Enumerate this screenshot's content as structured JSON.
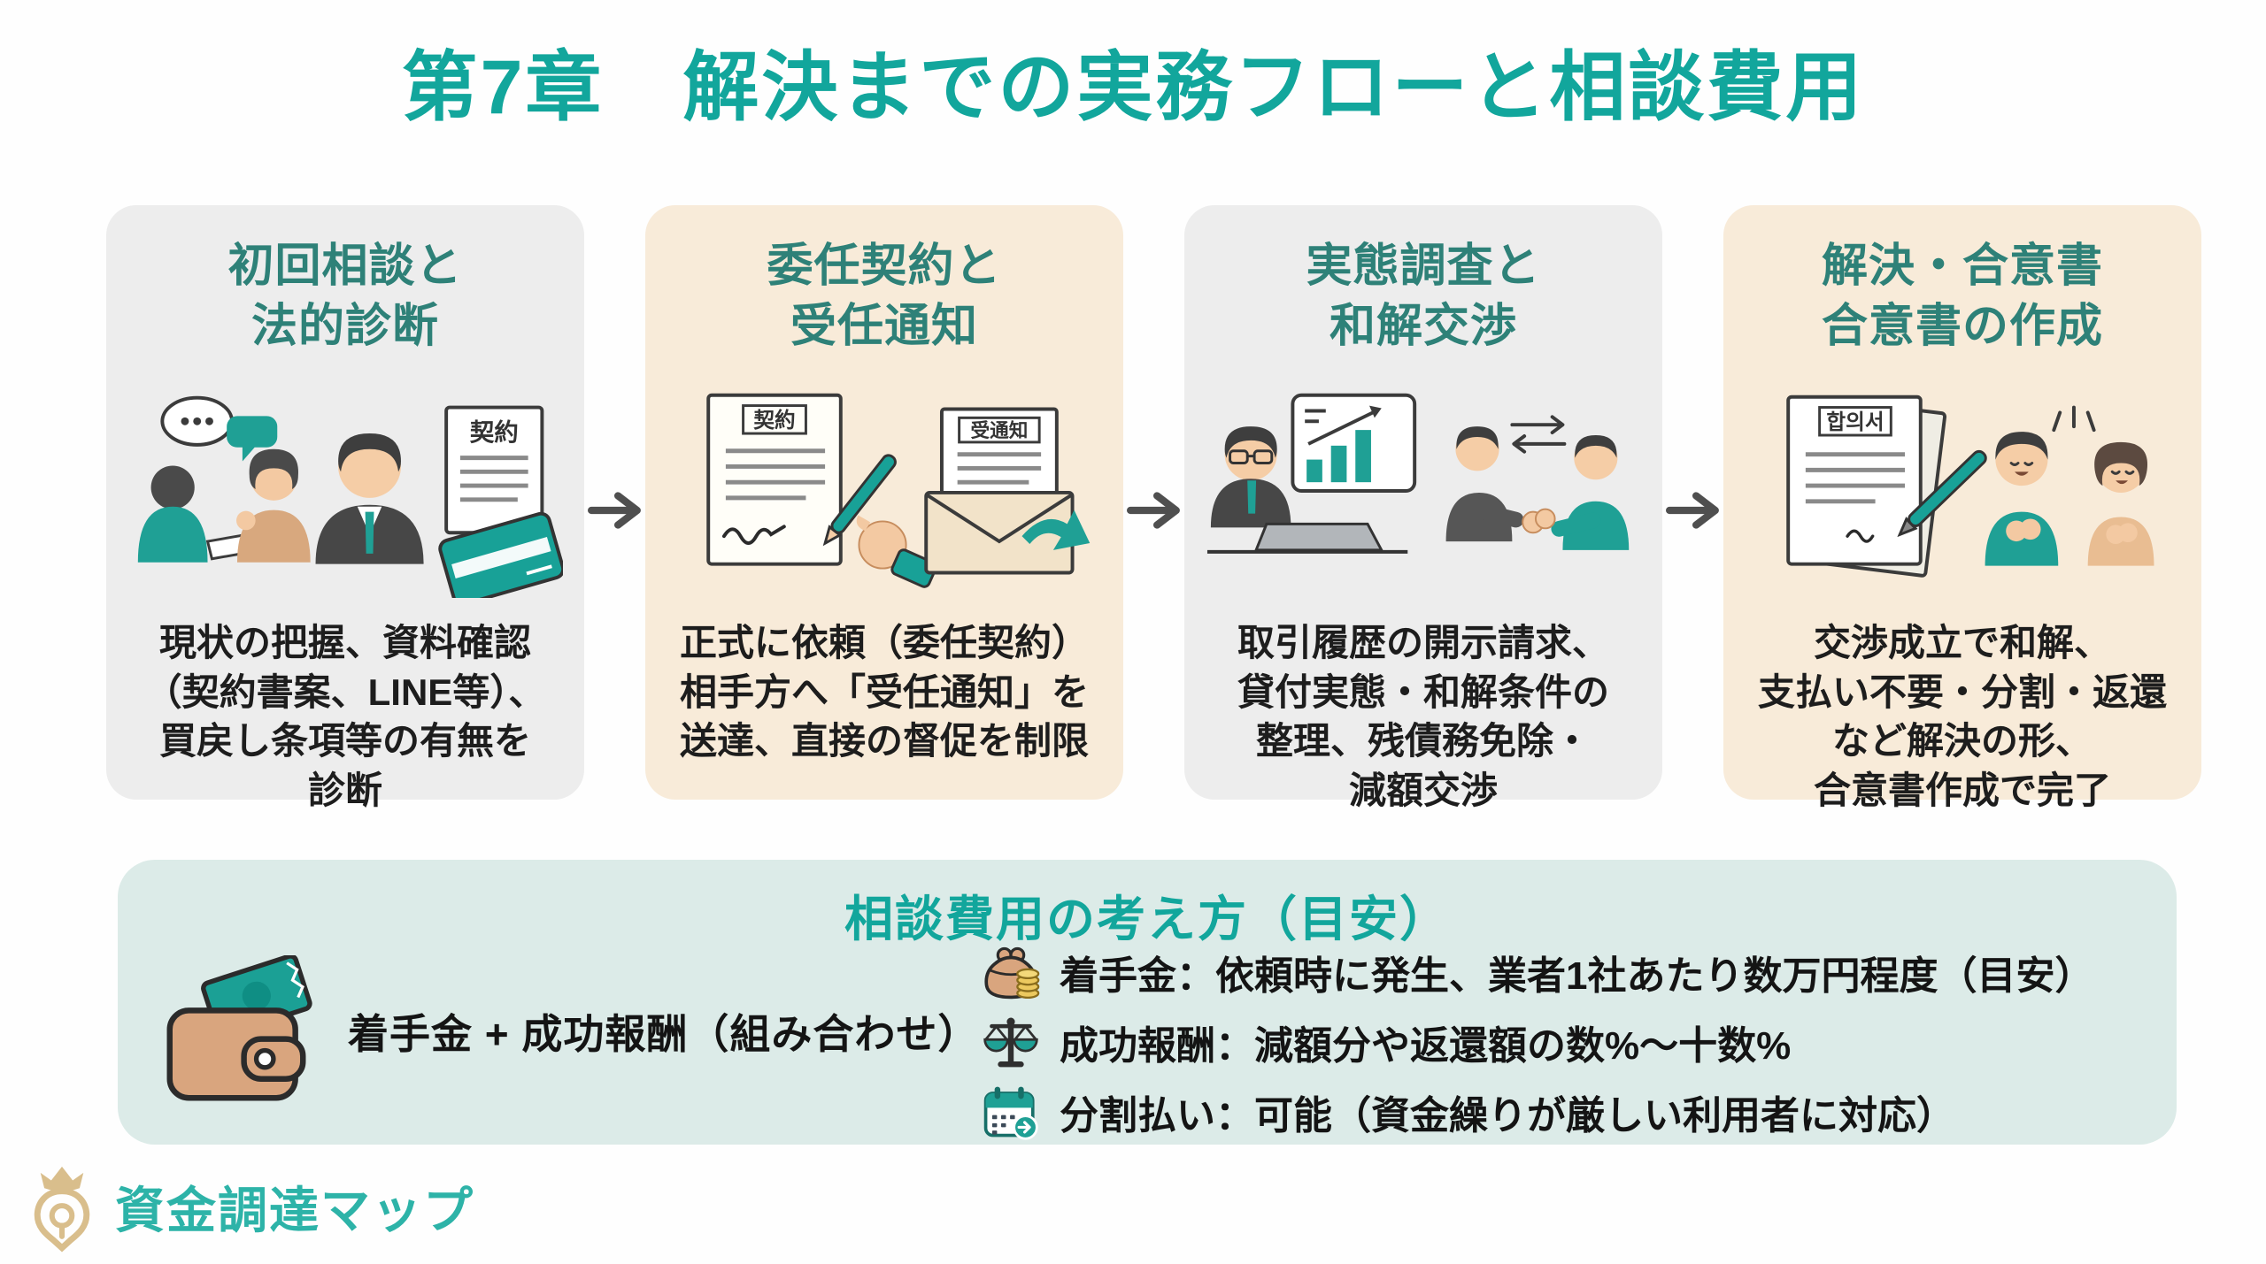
{
  "page_title": "第7章　解決までの実務フローと相談費用",
  "flow": {
    "arrow_icon": "right-arrow",
    "steps": [
      {
        "title": "初回相談と\n法的診断",
        "body": "現状の把握、資料確認\n（契約書案、LINE等）、\n買戻し条項等の有無を\n診断",
        "illustration": {
          "doc_label": "契約"
        }
      },
      {
        "title": "委任契約と\n受任通知",
        "body": "正式に依頼（委任契約）\n相手方へ「受任通知」を\n送達、直接の督促を制限",
        "illustration": {
          "doc_label": "契約",
          "notice_label": "受通知"
        }
      },
      {
        "title": "実態調査と\n和解交渉",
        "body": "取引履歴の開示請求、\n貸付実態・和解条件の\n整理、残債務免除・\n減額交渉",
        "illustration": {}
      },
      {
        "title": "解決・合意書\n合意書の作成",
        "body": "交渉成立で和解、\n支払い不要・分割・返還\nなど解決の形、\n合意書作成で完了",
        "illustration": {
          "doc_label": "합의서"
        }
      }
    ]
  },
  "fees": {
    "title": "相談費用の考え方（目安）",
    "summary": "着手金 + 成功報酬（組み合わせ）",
    "items": [
      {
        "icon": "purse-icon",
        "text": "着手金：依頼時に発生、業者1社あたり数万円程度（目安）"
      },
      {
        "icon": "scales-icon",
        "text": "成功報酬：減額分や返還額の数%〜十数%"
      },
      {
        "icon": "calendar-icon",
        "text": "分割払い：可能（資金繰りが厳しい利用者に対応）"
      }
    ]
  },
  "footer": {
    "brand": "資金調達マップ"
  },
  "colors": {
    "accent_teal": "#12a69c",
    "step_title_teal": "#2e8178",
    "illustration_teal": "#1fa095",
    "card_gray": "#ededed",
    "card_beige": "#f8ebd9",
    "fees_panel": "#dcebe8",
    "logo_gold": "#d9be8c",
    "logo_text_teal": "#2db3a8",
    "body_text": "#1d1d1d",
    "arrow_gray": "#4f4f4f"
  }
}
